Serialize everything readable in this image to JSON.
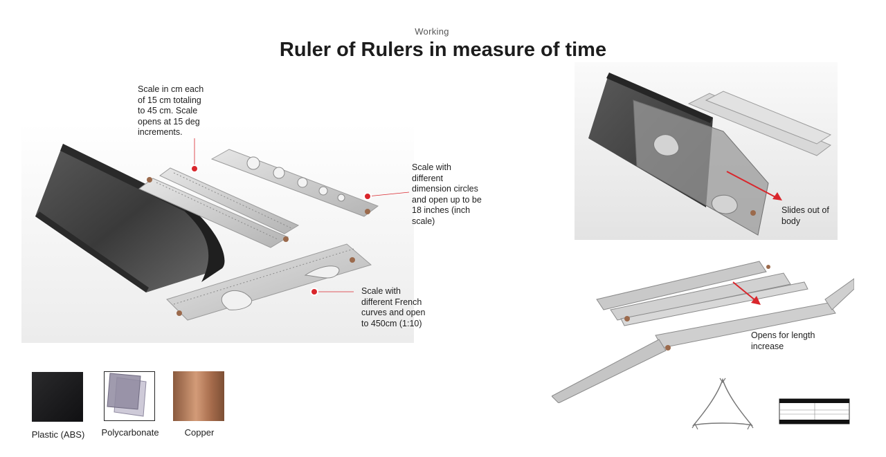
{
  "header": {
    "kicker": "Working",
    "title": "Ruler of Rulers in measure of time"
  },
  "annotations": {
    "scale_cm": [
      "Scale in cm each",
      "of 15 cm totaling",
      "to 45 cm. Scale",
      "opens at 15 deg",
      "increments."
    ],
    "scale_circles": [
      "Scale with",
      "different",
      "dimension circles",
      "and open up to be",
      "18 inches (inch",
      "scale)"
    ],
    "scale_french": [
      "Scale with",
      "different French",
      "curves and open",
      "to 450cm (1:10)"
    ],
    "slides_out": [
      "Slides out of",
      "body"
    ],
    "opens_length": [
      "Opens for length",
      "increase"
    ]
  },
  "materials": [
    {
      "label": "Plastic (ABS)",
      "color": "#1b1b1d"
    },
    {
      "label": "Polycarbonate",
      "color": "#8f8aa0"
    },
    {
      "label": "Copper",
      "color": "#b07a58"
    }
  ],
  "colors": {
    "accent": "#d9262c",
    "body": "#3c3c3c",
    "ruler": "#c9c9c9"
  }
}
